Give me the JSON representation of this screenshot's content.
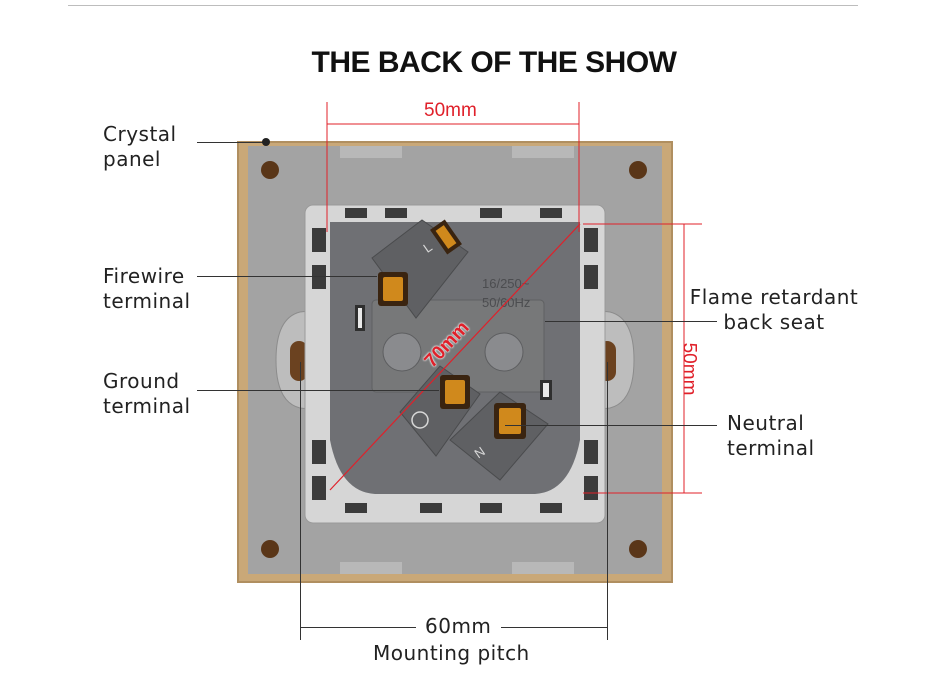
{
  "title": "THE BACK OF THE SHOW",
  "labels": {
    "crystal_panel": [
      "Crystal",
      "panel"
    ],
    "firewire_terminal": [
      "Firewire",
      "terminal"
    ],
    "ground_terminal": [
      "Ground",
      "terminal"
    ],
    "flame_retardant": [
      "Flame retardant",
      "back seat"
    ],
    "neutral_terminal": [
      "Neutral",
      "terminal"
    ]
  },
  "dimensions": {
    "top_width": "50mm",
    "right_height": "50mm",
    "diagonal": "70mm",
    "mounting_pitch_value": "60mm",
    "mounting_pitch_label": "Mounting pitch"
  },
  "socket_markings": {
    "line": "L",
    "neutral": "N",
    "rating_1": "16/250~",
    "rating_2": "50/60Hz"
  },
  "colors": {
    "frame_gold": "#c9a878",
    "plate_gray": "#a3a3a3",
    "socket_dark": "#6f7074",
    "terminal_brass": "#d0891c",
    "dimension_red": "#e0202a"
  }
}
